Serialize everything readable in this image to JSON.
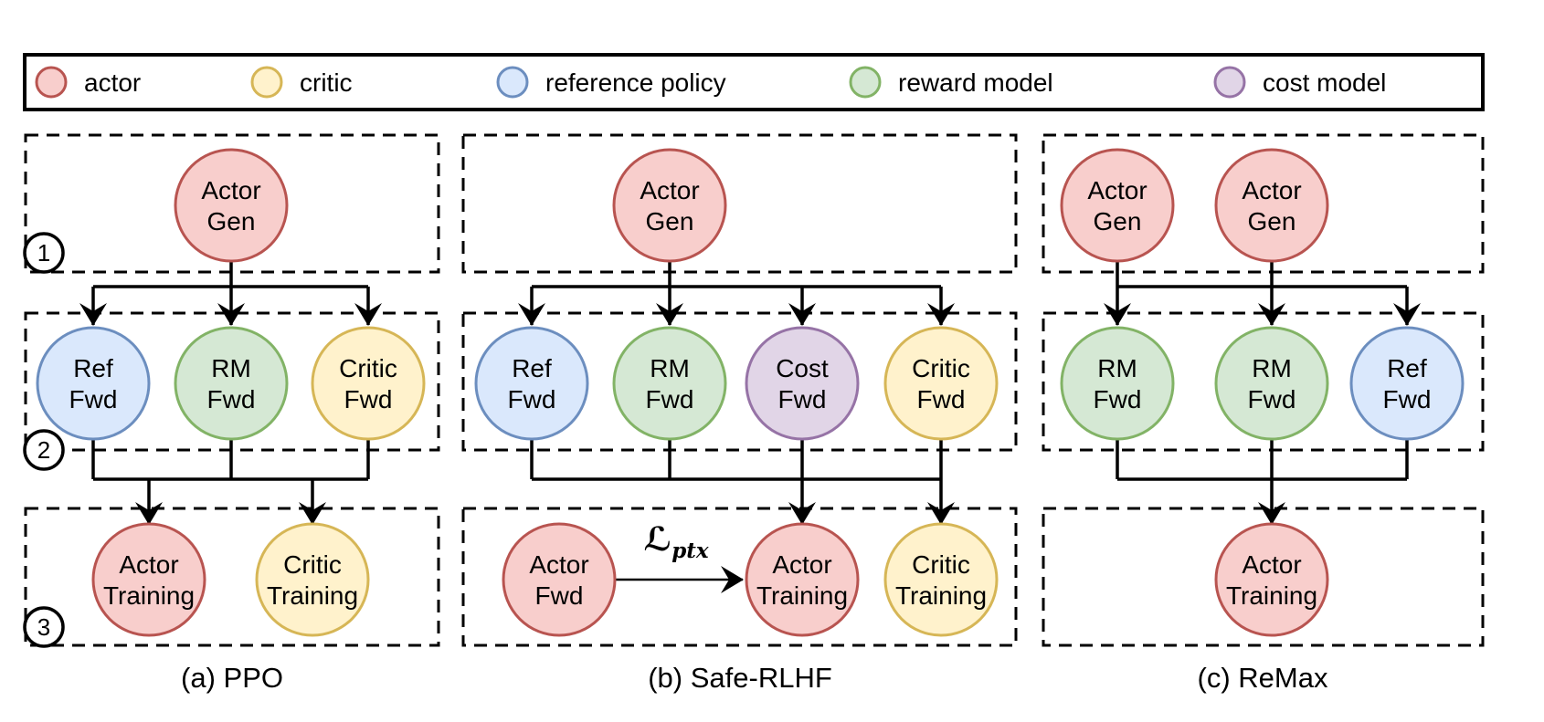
{
  "figure": {
    "legend": {
      "items": [
        {
          "label": "actor",
          "type": "actor"
        },
        {
          "label": "critic",
          "type": "critic"
        },
        {
          "label": "reference policy",
          "type": "reference"
        },
        {
          "label": "reward model",
          "type": "reward"
        },
        {
          "label": "cost model",
          "type": "cost"
        }
      ]
    },
    "colors": {
      "actor": {
        "fill": "#F8CECC",
        "stroke": "#B85450"
      },
      "critic": {
        "fill": "#FFF2CC",
        "stroke": "#D6B656"
      },
      "reference": {
        "fill": "#DAE8FC",
        "stroke": "#6C8EBF"
      },
      "reward": {
        "fill": "#D5E8D4",
        "stroke": "#82B366"
      },
      "cost": {
        "fill": "#E1D5E7",
        "stroke": "#9673A6"
      },
      "line": "#000000"
    },
    "row_labels": [
      "1",
      "2",
      "3"
    ],
    "panels": {
      "a": {
        "caption": "(a) PPO",
        "nodes": {
          "actor_gen": {
            "l1": "Actor",
            "l2": "Gen"
          },
          "ref_fwd": {
            "l1": "Ref",
            "l2": "Fwd"
          },
          "rm_fwd": {
            "l1": "RM",
            "l2": "Fwd"
          },
          "critic_fwd": {
            "l1": "Critic",
            "l2": "Fwd"
          },
          "actor_training": {
            "l1": "Actor",
            "l2": "Training"
          },
          "critic_training": {
            "l1": "Critic",
            "l2": "Training"
          }
        }
      },
      "b": {
        "caption": "(b) Safe-RLHF",
        "edge_label": {
          "symbol": "ℒ",
          "subscript": "ptx"
        },
        "nodes": {
          "actor_gen": {
            "l1": "Actor",
            "l2": "Gen"
          },
          "ref_fwd": {
            "l1": "Ref",
            "l2": "Fwd"
          },
          "rm_fwd": {
            "l1": "RM",
            "l2": "Fwd"
          },
          "cost_fwd": {
            "l1": "Cost",
            "l2": "Fwd"
          },
          "critic_fwd": {
            "l1": "Critic",
            "l2": "Fwd"
          },
          "actor_fwd": {
            "l1": "Actor",
            "l2": "Fwd"
          },
          "actor_training": {
            "l1": "Actor",
            "l2": "Training"
          },
          "critic_training": {
            "l1": "Critic",
            "l2": "Training"
          }
        }
      },
      "c": {
        "caption": "(c) ReMax",
        "nodes": {
          "actor_gen_1": {
            "l1": "Actor",
            "l2": "Gen"
          },
          "actor_gen_2": {
            "l1": "Actor",
            "l2": "Gen"
          },
          "rm_fwd_1": {
            "l1": "RM",
            "l2": "Fwd"
          },
          "rm_fwd_2": {
            "l1": "RM",
            "l2": "Fwd"
          },
          "ref_fwd": {
            "l1": "Ref",
            "l2": "Fwd"
          },
          "actor_training": {
            "l1": "Actor",
            "l2": "Training"
          }
        }
      }
    }
  }
}
